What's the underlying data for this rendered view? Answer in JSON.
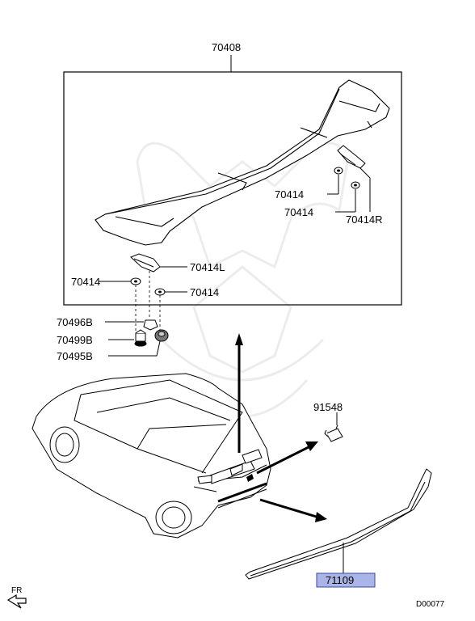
{
  "diagram_id": "D00077",
  "direction_label": "FR",
  "highlight_color": "#aab4e6",
  "parts": {
    "spoiler_assembly": "70408",
    "pad_top_right_a": "70414",
    "pad_top_right_b": "70414",
    "bracket_right": "70414R",
    "bracket_left": "70414L",
    "pad_left_a": "70414",
    "pad_left_b": "70414",
    "part_70496B": "70496B",
    "part_70499B": "70499B",
    "part_70495B": "70495B",
    "part_91548": "91548",
    "garnish_strip": "71109"
  }
}
